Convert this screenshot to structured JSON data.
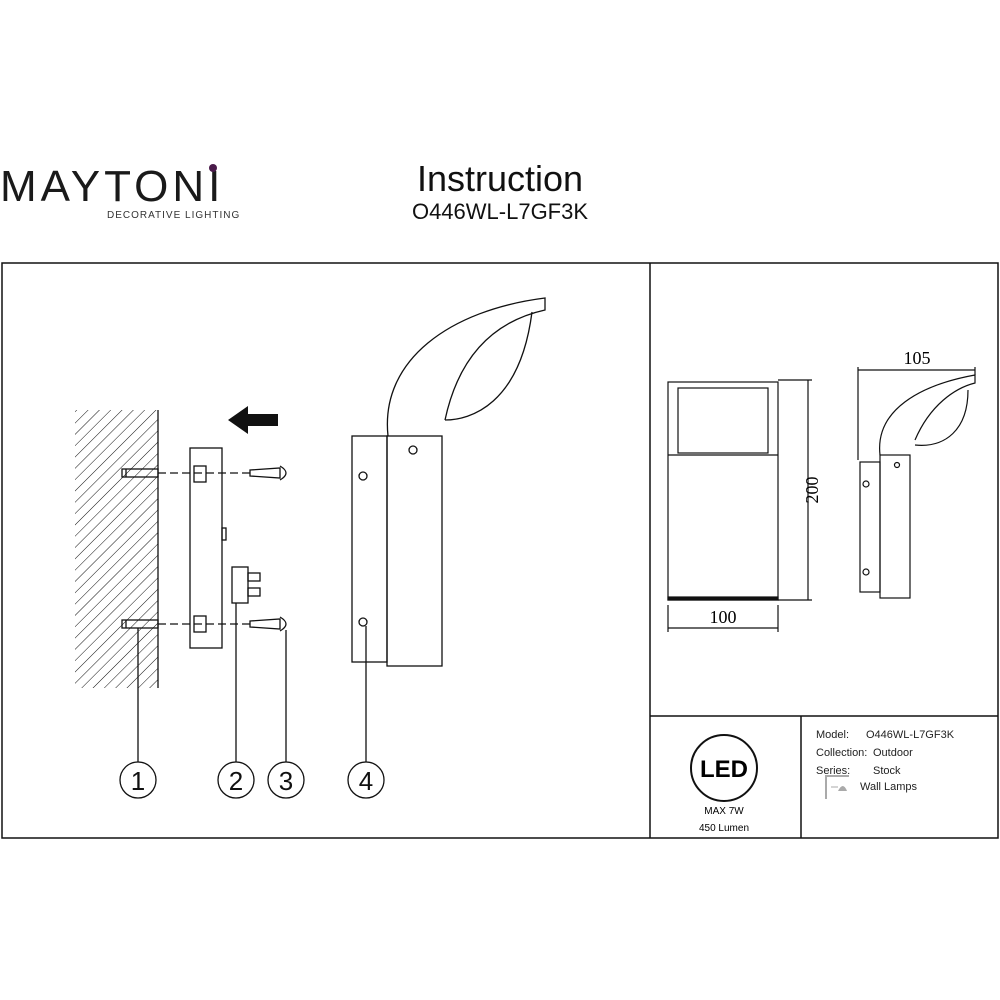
{
  "header": {
    "brand": "MAYTONI",
    "brand_tagline": "DECORATIVE LIGHTING",
    "title": "Instruction",
    "model_code": "O446WL-L7GF3K",
    "accent_color": "#4a1a4a"
  },
  "installation": {
    "part_numbers": [
      "1",
      "2",
      "3",
      "4"
    ]
  },
  "dimensions": {
    "height": "200",
    "width": "100",
    "depth": "105"
  },
  "specs": {
    "led_badge": "LED",
    "max_power": "MAX 7W",
    "lumen": "450 Lumen"
  },
  "info": {
    "model_label": "Model:",
    "model_value": "O446WL-L7GF3K",
    "collection_label": "Collection:",
    "collection_value": "Outdoor",
    "series_label": "Series:",
    "series_value": "Stock",
    "type_value": "Wall Lamps"
  }
}
